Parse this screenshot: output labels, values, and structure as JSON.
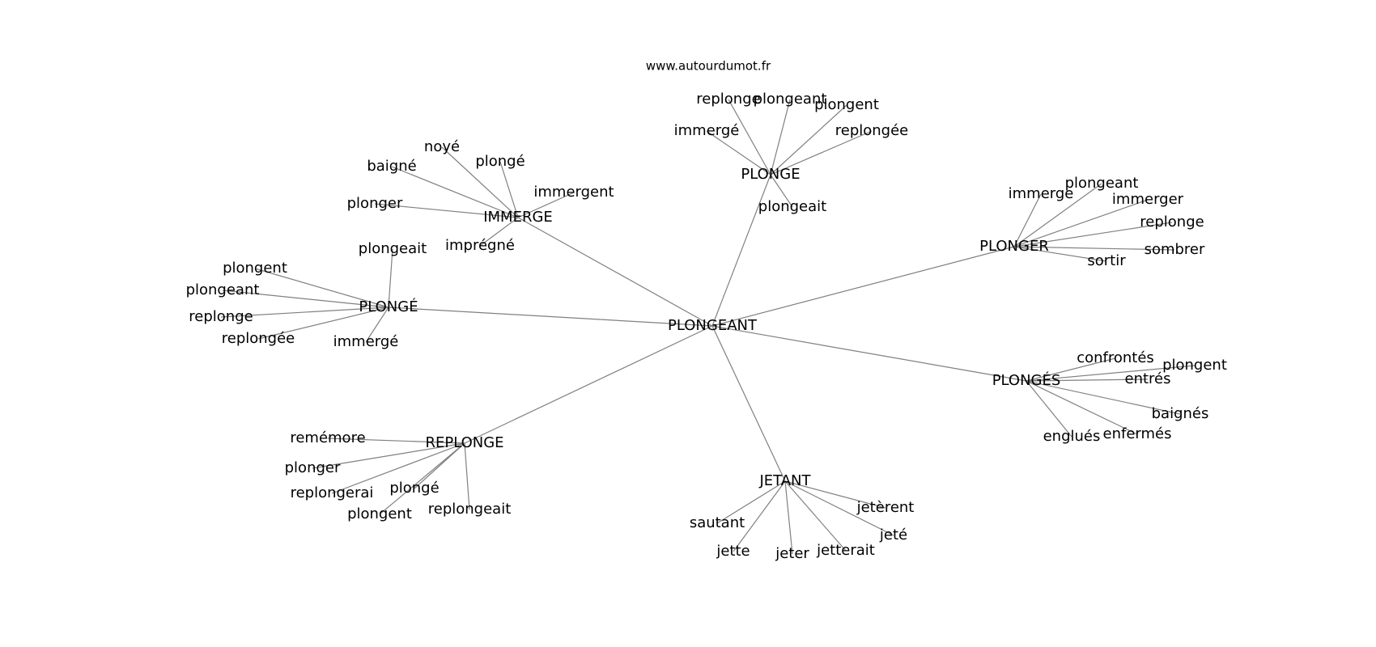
{
  "watermark": "www.autourdumot.fr",
  "graph": {
    "center": "PLONGEANT",
    "clusters": [
      {
        "hub": "PLONGE",
        "leaves": [
          "replonge",
          "plongeant",
          "plongent",
          "immergé",
          "replongée",
          "plongeait"
        ]
      },
      {
        "hub": "IMMERGE",
        "leaves": [
          "noyé",
          "baigné",
          "plongé",
          "immergent",
          "plonger",
          "imprégné"
        ]
      },
      {
        "hub": "PLONGER",
        "leaves": [
          "immerge",
          "plongeant",
          "immerger",
          "replonge",
          "sombrer",
          "sortir"
        ]
      },
      {
        "hub": "PLONGÉ",
        "leaves": [
          "plongeait",
          "plongent",
          "plongeant",
          "replonge",
          "replongée",
          "immergé"
        ]
      },
      {
        "hub": "PLONGÉS",
        "leaves": [
          "confrontés",
          "plongent",
          "entrés",
          "baignés",
          "enfermés",
          "englués"
        ]
      },
      {
        "hub": "REPLONGE",
        "leaves": [
          "remémore",
          "plonger",
          "replongerai",
          "plongé",
          "plongent",
          "replongeait"
        ]
      },
      {
        "hub": "JETANT",
        "leaves": [
          "jetèrent",
          "jeté",
          "sautant",
          "jette",
          "jeter",
          "jetterait"
        ]
      }
    ]
  }
}
